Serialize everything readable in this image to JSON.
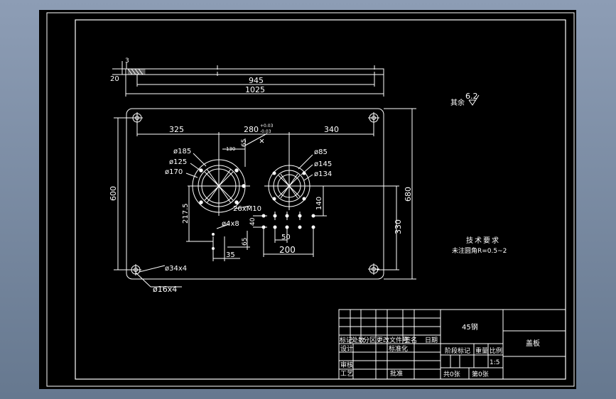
{
  "side_view": {
    "dim_3": "3",
    "dim_20": "20",
    "dim_945": "945",
    "dim_1025": "1025"
  },
  "plan_view": {
    "dim_325": "325",
    "dim_280": "280",
    "tol_plus": "+0.03",
    "tol_minus": "-0.03",
    "dim_340": "340",
    "dim_130": "130",
    "dim_65_top": "65",
    "dim_600": "600",
    "dim_680": "680",
    "dim_phi185": "ø185",
    "dim_phi125": "ø125",
    "dim_phi170": "ø170",
    "dim_phi85": "ø85",
    "dim_phi145": "ø145",
    "dim_phi134": "ø134",
    "dim_26m10": "26xM10",
    "dim_217_5": "217.5",
    "dim_phi4x8": "ø4x8",
    "dim_40": "40",
    "dim_140": "140",
    "dim_330": "330",
    "dim_50": "50",
    "dim_200": "200",
    "dim_65_bottom": "65",
    "dim_35": "35",
    "dim_phi34x4": "ø34x4",
    "dim_phi16x4": "ø16x4"
  },
  "surface_finish": {
    "prefix": "其余",
    "value": "6.2"
  },
  "tech_requirements": {
    "title": "技术要求",
    "line1": "未注圆角R=0.5~2"
  },
  "title_block": {
    "material": "45钢",
    "part_name": "盖板",
    "hdr_mark": "标记",
    "hdr_count": "处数",
    "hdr_zone": "分区",
    "hdr_change_doc": "更改文件号",
    "hdr_sign": "签名",
    "hdr_date": "日期",
    "design": "设计",
    "standardize": "标准化",
    "stage_mark": "阶段标记",
    "weight": "重量",
    "ratio_label": "比例",
    "ratio_value": "1:5",
    "review": "审核",
    "process": "工艺",
    "approve": "批准",
    "sheets_total": "共0张",
    "sheet_no": "第0张"
  }
}
